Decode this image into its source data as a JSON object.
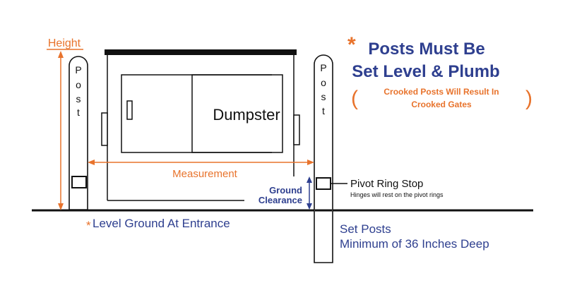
{
  "labels": {
    "height": "Height",
    "post_left": [
      "P",
      "o",
      "s",
      "t"
    ],
    "post_right": [
      "P",
      "o",
      "s",
      "t"
    ],
    "dumpster": "Dumpster",
    "measurement": "Measurement",
    "ground_clearance_line1": "Ground",
    "ground_clearance_line2": "Clearance",
    "pivot_ring_stop": "Pivot Ring Stop",
    "pivot_ring_note": "Hinges will rest on the pivot rings",
    "level_ground_star": "*",
    "level_ground": "Level Ground At Entrance",
    "set_posts_line1": "Set Posts",
    "set_posts_line2": "Minimum of 36 Inches Deep",
    "notice_star": "*",
    "notice_line1": "Posts Must Be",
    "notice_line2": "Set Level & Plumb",
    "paren_open": "(",
    "paren_close": ")",
    "crooked_line1": "Crooked Posts Will Result In",
    "crooked_line2": "Crooked Gates"
  },
  "colors": {
    "orange": "#e8732c",
    "blue": "#2e3f8f",
    "black": "#111111"
  }
}
